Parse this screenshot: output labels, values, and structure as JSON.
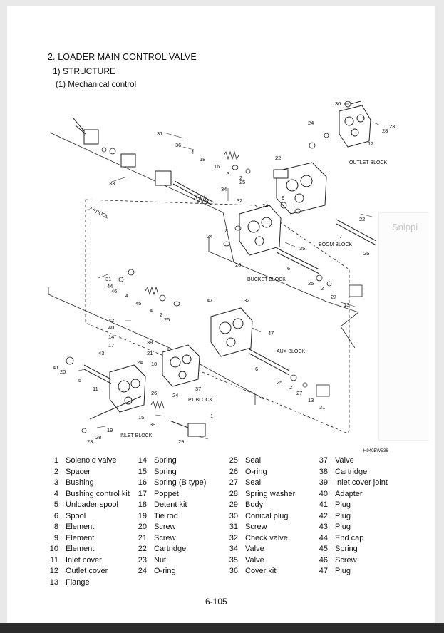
{
  "header": {
    "title": "2. LOADER MAIN CONTROL VALVE",
    "section": "1) STRUCTURE",
    "subsection": "(1) Mechanical control"
  },
  "diagram": {
    "group_label": "3 SPOOL",
    "blocks": {
      "outlet": "OUTLET BLOCK",
      "boom": "BOOM BLOCK",
      "bucket": "BUCKET BLOCK",
      "aux": "AUX BLOCK",
      "p1": "P1 BLOCK",
      "inlet": "INLET BLOCK"
    },
    "figure_code": "H940EWE36",
    "callouts": [
      "1",
      "2",
      "3",
      "4",
      "5",
      "6",
      "7",
      "8",
      "9",
      "10",
      "11",
      "12",
      "13",
      "14",
      "15",
      "16",
      "17",
      "18",
      "19",
      "20",
      "21",
      "22",
      "23",
      "24",
      "25",
      "26",
      "27",
      "28",
      "29",
      "30",
      "31",
      "32",
      "33",
      "34",
      "35",
      "36",
      "37",
      "38",
      "39",
      "40",
      "41",
      "42",
      "43",
      "44",
      "45",
      "46",
      "47"
    ]
  },
  "overlay": {
    "watermark": "Snippi"
  },
  "parts_list": [
    {
      "no": "1",
      "name": "Solenoid valve"
    },
    {
      "no": "2",
      "name": "Spacer"
    },
    {
      "no": "3",
      "name": "Bushing"
    },
    {
      "no": "4",
      "name": "Bushing control kit"
    },
    {
      "no": "5",
      "name": "Unloader spool"
    },
    {
      "no": "6",
      "name": "Spool"
    },
    {
      "no": "8",
      "name": "Element"
    },
    {
      "no": "9",
      "name": "Element"
    },
    {
      "no": "10",
      "name": "Element"
    },
    {
      "no": "11",
      "name": "Inlet cover"
    },
    {
      "no": "12",
      "name": "Outlet cover"
    },
    {
      "no": "13",
      "name": "Flange"
    },
    {
      "no": "14",
      "name": "Spring"
    },
    {
      "no": "15",
      "name": "Spring"
    },
    {
      "no": "16",
      "name": "Spring (B type)"
    },
    {
      "no": "17",
      "name": "Poppet"
    },
    {
      "no": "18",
      "name": "Detent kit"
    },
    {
      "no": "19",
      "name": "Tie rod"
    },
    {
      "no": "20",
      "name": "Screw"
    },
    {
      "no": "21",
      "name": "Screw"
    },
    {
      "no": "22",
      "name": "Cartridge"
    },
    {
      "no": "23",
      "name": "Nut"
    },
    {
      "no": "24",
      "name": "O-ring"
    },
    {
      "no": "25",
      "name": "Seal"
    },
    {
      "no": "26",
      "name": "O-ring"
    },
    {
      "no": "27",
      "name": "Seal"
    },
    {
      "no": "28",
      "name": "Spring washer"
    },
    {
      "no": "29",
      "name": "Body"
    },
    {
      "no": "30",
      "name": "Conical plug"
    },
    {
      "no": "31",
      "name": "Screw"
    },
    {
      "no": "32",
      "name": "Check valve"
    },
    {
      "no": "34",
      "name": "Valve"
    },
    {
      "no": "35",
      "name": "Valve"
    },
    {
      "no": "36",
      "name": "Cover kit"
    },
    {
      "no": "37",
      "name": "Valve"
    },
    {
      "no": "38",
      "name": "Cartridge"
    },
    {
      "no": "39",
      "name": "Inlet cover joint"
    },
    {
      "no": "40",
      "name": "Adapter"
    },
    {
      "no": "41",
      "name": "Plug"
    },
    {
      "no": "42",
      "name": "Plug"
    },
    {
      "no": "43",
      "name": "Plug"
    },
    {
      "no": "44",
      "name": "End cap"
    },
    {
      "no": "45",
      "name": "Spring"
    },
    {
      "no": "46",
      "name": "Screw"
    },
    {
      "no": "47",
      "name": "Plug"
    }
  ],
  "footer": {
    "page_number": "6-105"
  }
}
